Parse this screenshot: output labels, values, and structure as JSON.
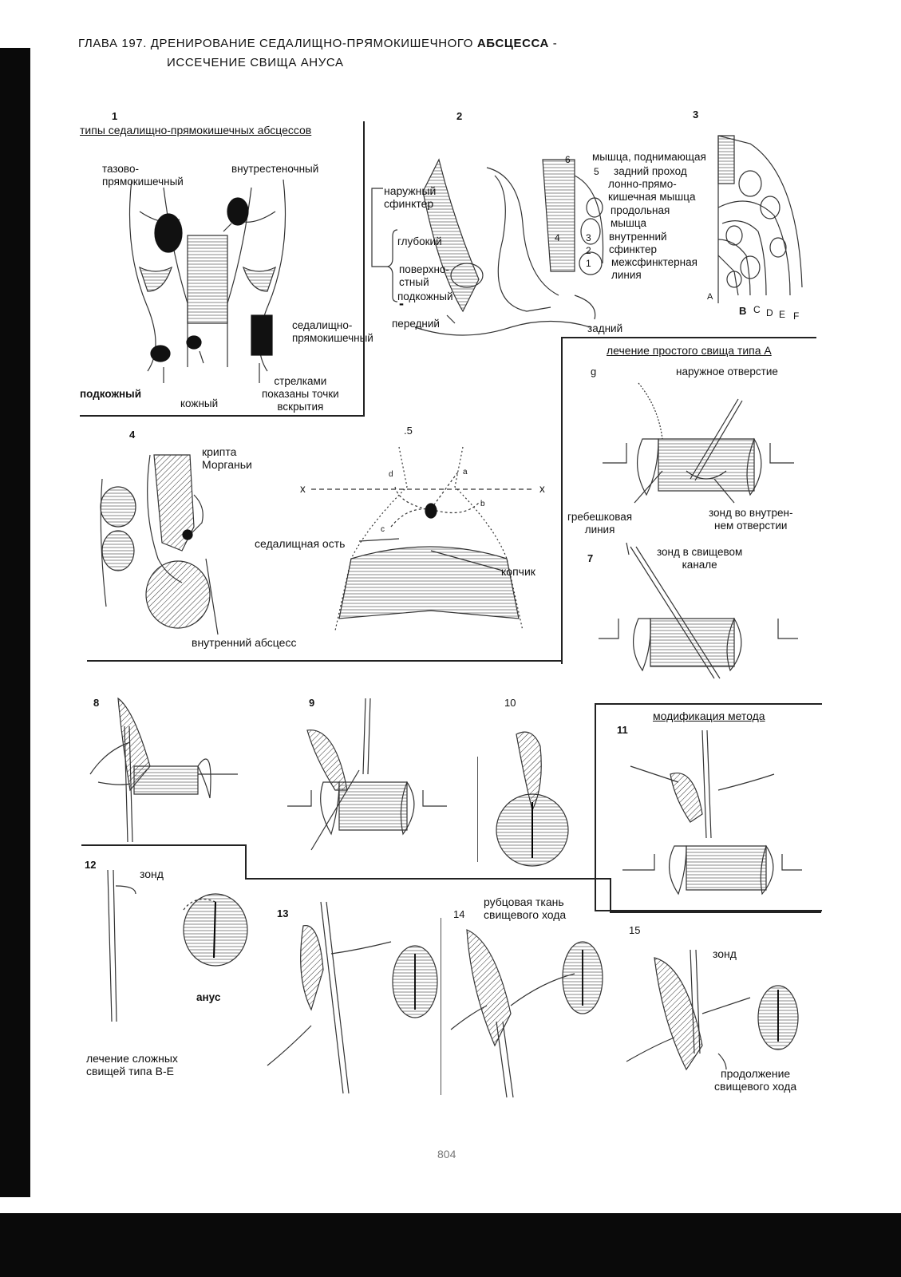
{
  "header": {
    "line1_prefix": "ГЛАВА 197. ДРЕНИРОВАНИЕ СЕДАЛИЩНО-ПРЯМОКИШЕЧНОГО",
    "line1_bold": "АБСЦЕССА",
    "line1_suffix": "-",
    "line2": "ИССЕЧЕНИЕ СВИЩА АНУСА"
  },
  "fig1": {
    "number": "1",
    "title": "типы седалищно-прямокишечных абсцессов",
    "labels": {
      "pelvirectal": "тазово-\nпрямокишечный",
      "intramural": "внутрестеночный",
      "ischiorectal": "седалищно-\nпрямокишечный",
      "subcutaneous": "подкожный",
      "cutaneous": "кожный",
      "arrows_note": "стрелками\nпоказаны точки\nвскрытия"
    }
  },
  "fig2": {
    "number": "2",
    "labels": {
      "external_sphincter": "наружный\nсфинктер",
      "deep": "глубокий",
      "superficial": "поверхно-\nстный",
      "subcutaneous": "подкожный",
      "anterior": "передний",
      "posterior": "задний",
      "dash": "-"
    }
  },
  "fig3": {
    "number": "3",
    "labels": {
      "levator": "мышца, поднимающая",
      "num6": "6",
      "num5": "5",
      "posterior_passage": "задний проход",
      "puborectal": "лонно-прямо-\nкишечная мышца",
      "longitudinal": "продольная\nмышца",
      "internal_sphincter": "внутренний\nсфинктер",
      "intersphincteric": "межсфинктерная\nлиния",
      "nums": [
        "4",
        "3",
        "2",
        "1"
      ],
      "letters": [
        "A",
        "B",
        "C",
        "D",
        "E",
        "F"
      ]
    }
  },
  "simple_fistula": {
    "title": "лечение простого свища типа А",
    "fig6_number": "g",
    "external_opening": "наружное отверстие",
    "pectinate": "гребешковая\nлиния",
    "probe_internal": "зонд во внутрен-\nнем отверстии",
    "fig7_number": "7",
    "probe_channel": "зонд в свищевом\nканале"
  },
  "fig4": {
    "number": "4",
    "crypt": "крипта\nМорганьи",
    "internal_abscess": "внутренний абсцесс"
  },
  "fig5": {
    "number": ".5",
    "ischial_spine": "седалищная ость",
    "coccyx": "копчик",
    "x_left": "x",
    "x_right": "x",
    "letters": [
      "a",
      "b",
      "c",
      "d"
    ]
  },
  "row3": {
    "fig8": "8",
    "fig9": "9",
    "fig10": "10",
    "modification": "модификация метода",
    "fig11": "11"
  },
  "row4": {
    "fig12": "12",
    "probe": "зонд",
    "anus": "анус",
    "complex_title": "лечение сложных\nсвищей типа В-Е",
    "fig13": "13",
    "fig14": "14",
    "scar_tissue": "рубцовая ткань\nсвищевого хода",
    "fig15": "15",
    "probe15": "зонд",
    "continuation": "продолжение\nсвищевого хода"
  },
  "footer": {
    "page_number": "804"
  }
}
